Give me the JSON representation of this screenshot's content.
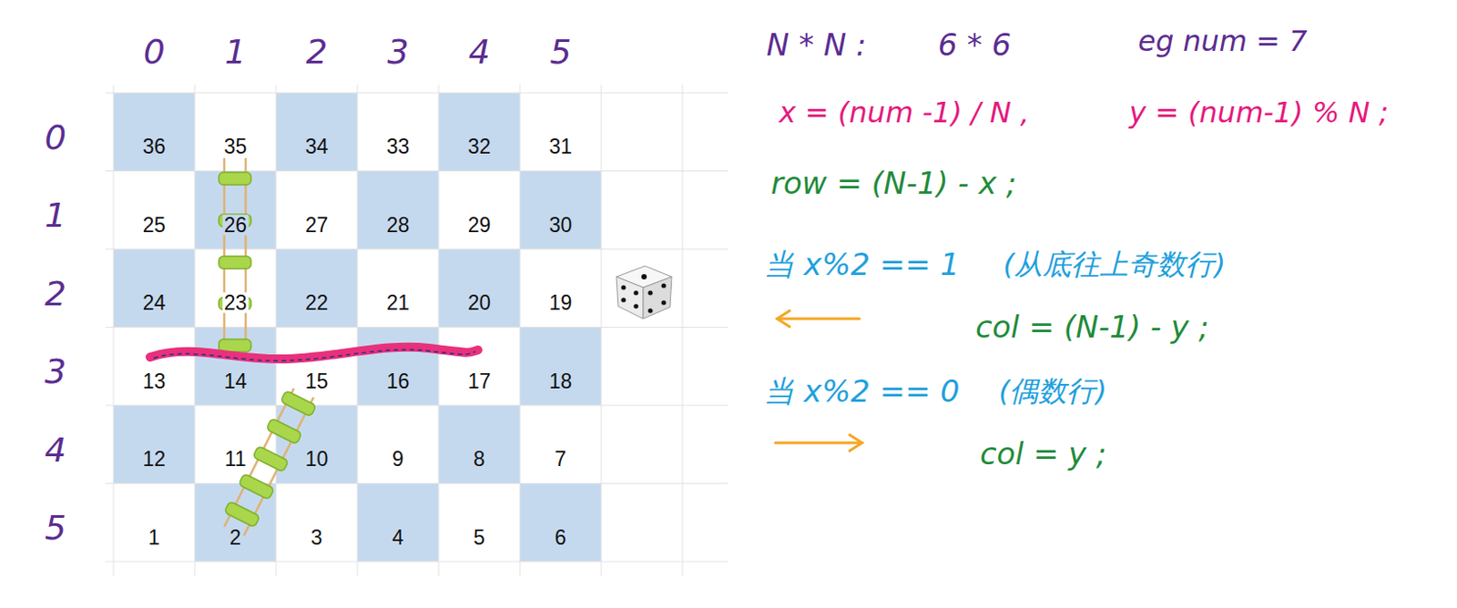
{
  "diagram": {
    "labels": [
      "0",
      "1",
      "2",
      "3",
      "4",
      "5",
      "0",
      "1",
      "2",
      "3",
      "4",
      "5",
      "36",
      "35",
      "34",
      "33",
      "32",
      "31",
      "25",
      "26",
      "27",
      "28",
      "29",
      "30",
      "24",
      "23",
      "22",
      "21",
      "20",
      "19",
      "13",
      "14",
      "15",
      "16",
      "17",
      "18",
      "12",
      "11",
      "10",
      "9",
      "8",
      "7",
      "1",
      "2",
      "3",
      "4",
      "5",
      "6",
      "N * N :",
      "6 * 6",
      "eg num = 7",
      "x = (num -1) / N ,",
      "y = (num-1) % N ;",
      "row = (N-1) - x ;",
      "当 x%2 == 1",
      "(从底往上奇数行)",
      "col = (N-1) - y ;",
      "当 x%2 == 0",
      "(偶数行)",
      "col = y ;"
    ]
  }
}
